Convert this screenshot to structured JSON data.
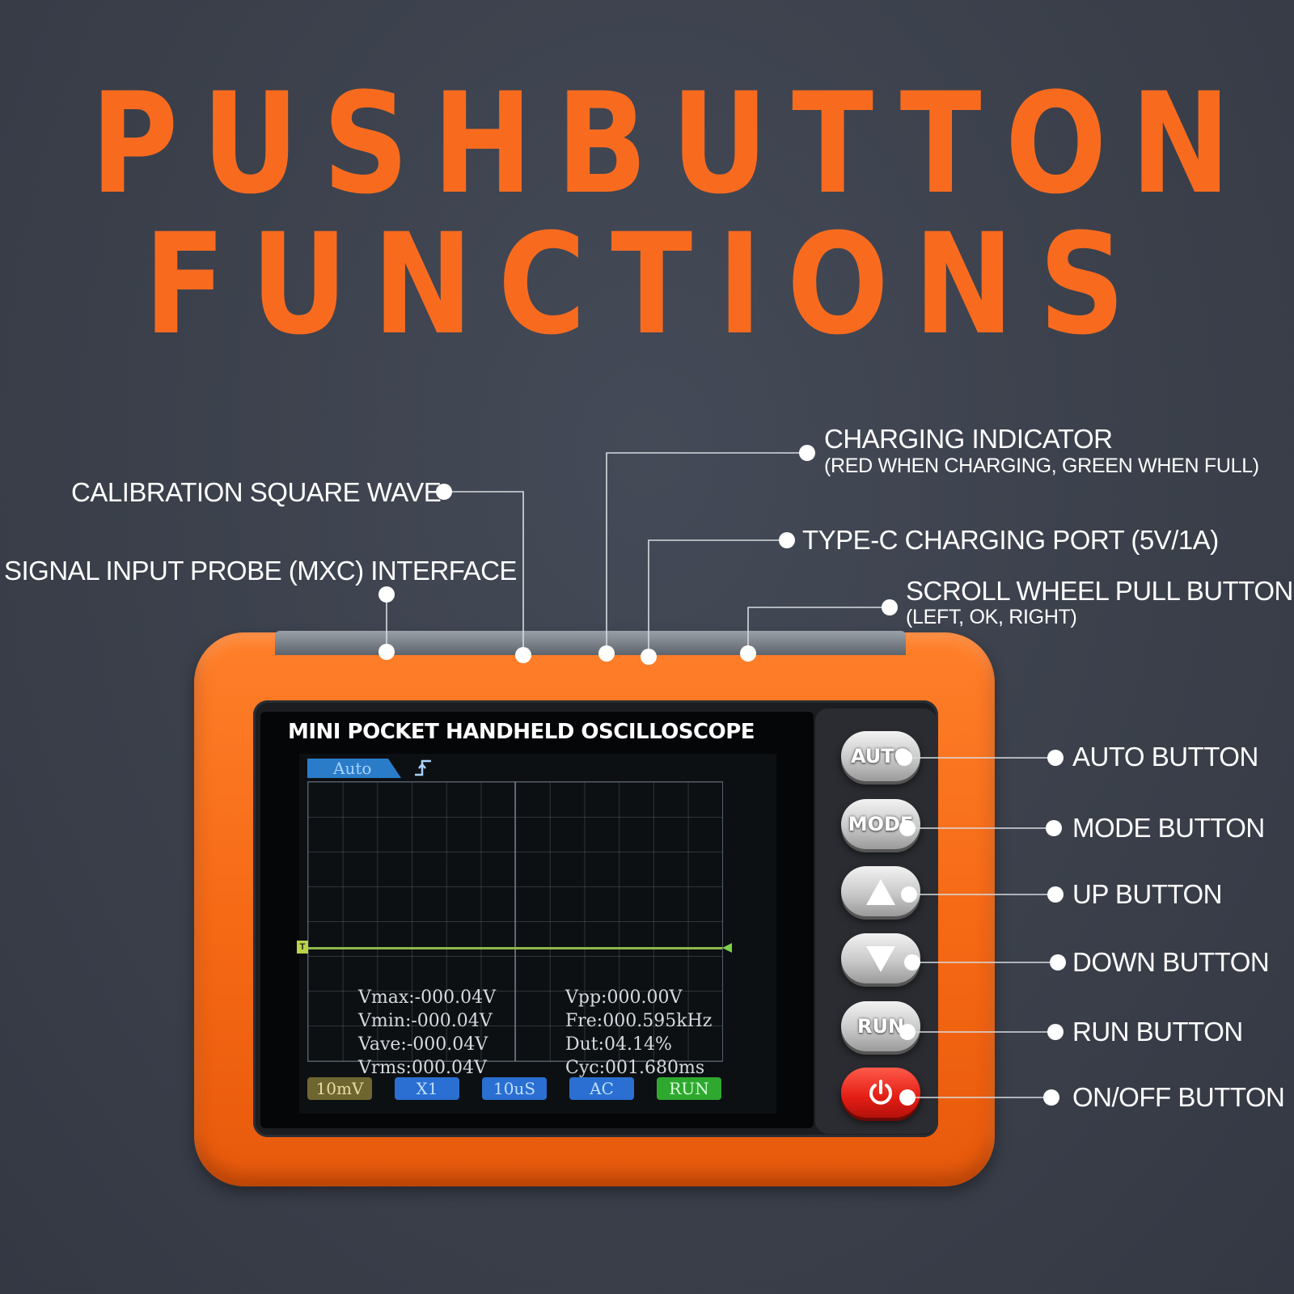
{
  "title": {
    "line1": "PUSHBUTTON",
    "line2": "FUNCTIONS"
  },
  "callouts": {
    "charging_indicator": {
      "label": "CHARGING INDICATOR",
      "sub": "(RED WHEN CHARGING, GREEN WHEN FULL)"
    },
    "calibration": {
      "label": "CALIBRATION SQUARE WAVE"
    },
    "probe": {
      "label": "SIGNAL INPUT PROBE (MXC) INTERFACE"
    },
    "typec": {
      "label": "TYPE-C CHARGING PORT (5V/1A)"
    },
    "scroll": {
      "label": "SCROLL WHEEL PULL BUTTONS",
      "sub": "(LEFT, OK, RIGHT)"
    },
    "auto": {
      "label": "AUTO BUTTON"
    },
    "mode": {
      "label": "MODE BUTTON"
    },
    "up": {
      "label": "UP BUTTON"
    },
    "down": {
      "label": "DOWN BUTTON"
    },
    "run": {
      "label": "RUN BUTTON"
    },
    "onoff": {
      "label": "ON/OFF BUTTON"
    }
  },
  "device": {
    "title": "MINI POCKET HANDHELD OSCILLOSCOPE",
    "mode_tab": "Auto",
    "trigger_marker": "T",
    "measurements_left": [
      "Vmax:-000.04V",
      "Vmin:-000.04V",
      "Vave:-000.04V",
      "Vrms:000.04V"
    ],
    "measurements_right": [
      "Vpp:000.00V",
      "Fre:000.595kHz",
      "Dut:04.14%",
      "Cyc:001.680ms"
    ],
    "chips": [
      "10mV",
      "X1",
      "10uS",
      "AC",
      "RUN"
    ],
    "buttons": {
      "auto": "AUTO",
      "mode": "MODE",
      "run": "RUN"
    }
  },
  "colors": {
    "accent_orange": "#f86b1f",
    "background": "#3b404b",
    "chip_yellow": "#6f6530",
    "chip_blue": "#2a6fd1",
    "chip_green": "#2fa82f",
    "power_red": "#e31d14"
  },
  "icons": {
    "trigger": "rising-edge-trigger-icon",
    "power": "power-icon",
    "up": "triangle-up-icon",
    "down": "triangle-down-icon"
  }
}
